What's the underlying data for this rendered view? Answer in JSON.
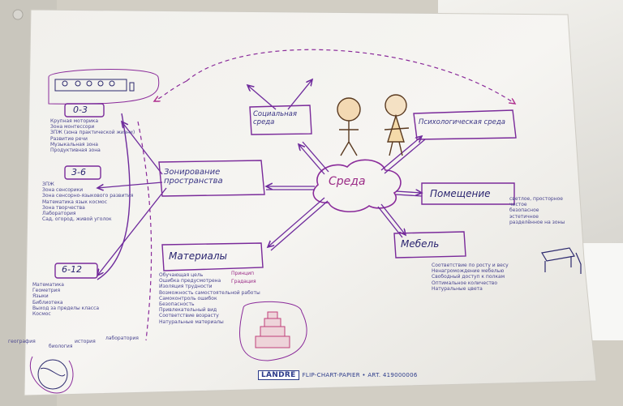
{
  "center": {
    "label": "Среда"
  },
  "nodes": {
    "social": "Социальная среда",
    "psych": "Психологическая среда",
    "room": "Помещение",
    "furniture": "Мебель",
    "materials": "Материалы",
    "zoning": "Зонирование пространства"
  },
  "age_groups": [
    "0-3",
    "3-6",
    "6-12"
  ],
  "lists": {
    "age_0_3": [
      "Крупная моторика",
      "Зона монтессори",
      "ЗПЖ (зона практической жизни)",
      "Развитие речи",
      "Музыкальная зона",
      "Продуктивная зона"
    ],
    "age_3_6": [
      "ЗПЖ",
      "Зона сенсорики",
      "Зона сенсорно-языкового развития",
      "Математика  язык  космос",
      "Зона творчества",
      "Лаборатория",
      "Сад, огород, живой уголок"
    ],
    "age_6_12": [
      "Математика",
      "Геометрия",
      "Языки",
      "Библиотека",
      "Выход за пределы класса",
      "Космос"
    ],
    "bottom_labels": [
      "география",
      "биология",
      "история",
      "лаборатория"
    ],
    "materials": [
      "Обучающая цель",
      "Ошибка предусмотрена",
      "Изоляция трудности",
      "Возможность самостоятельной работы",
      "Самоконтроль ошибок",
      "Безопасность",
      "Привлекательный вид",
      "Соответствие возрасту",
      "Натуральные материалы"
    ],
    "materials_side": [
      "Принцип",
      "Градация"
    ],
    "furniture": [
      "Соответствие по росту и весу",
      "Ненагромождение мебелью",
      "Свободный доступ к полкам",
      "Оптимальное количество",
      "Натуральные цвета"
    ],
    "room": [
      "светлое, просторное",
      "чистое",
      "безопасное",
      "эстетичное",
      "разделённое на зоны"
    ]
  },
  "footer": {
    "brand": "LANDRE",
    "text": "FLIP-CHART-PAPIER • ART. 419000006"
  },
  "colors": {
    "ink_blue": "#2d2a6e",
    "ink_purple": "#7a2a9a",
    "ink_pink": "#b0308f",
    "paper": "#f4f3ef"
  }
}
